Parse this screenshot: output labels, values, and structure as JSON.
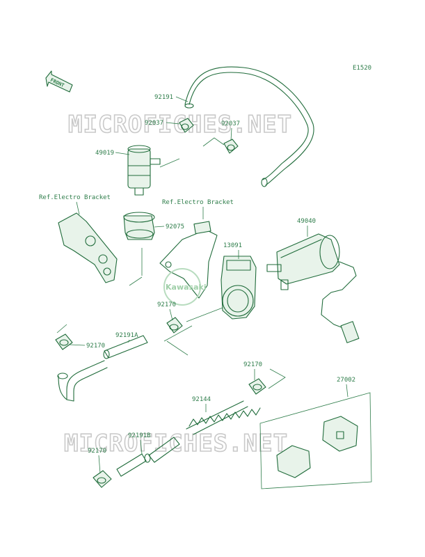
{
  "diagram_code": "E1520",
  "front_marker": "FRONT",
  "watermarks": [
    "MICROFICHES.NET",
    "MICROFICHES.NET"
  ],
  "center_logo": "Kawasaki",
  "labels": {
    "p92191": "92191",
    "p92037a": "92037",
    "p92037b": "92037",
    "p49019": "49019",
    "ref_bracket_left": "Ref.Electro Bracket",
    "ref_bracket_right": "Ref.Electro Bracket",
    "p92075": "92075",
    "p49040": "49040",
    "p13091": "13091",
    "p92170a": "92170",
    "p92170b": "92170",
    "p92191a": "92191A",
    "p92170c": "92170",
    "p27002": "27002",
    "p92144": "92144",
    "p92191b": "92191B",
    "p92170d": "92170"
  },
  "colors": {
    "line": "#1f6b3a",
    "text": "#2e7d4a",
    "watermark": "#c9c9c9"
  }
}
